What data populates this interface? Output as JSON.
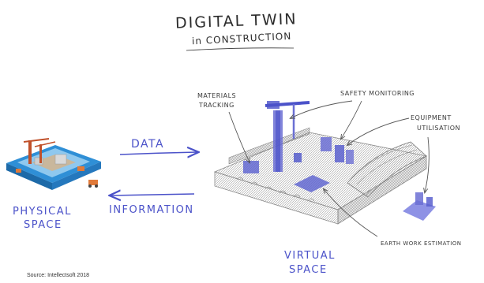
{
  "title": {
    "main": "DIGITAL TWIN",
    "sub": "in CONSTRUCTION"
  },
  "physical_space": {
    "label_line1": "PHYSICAL",
    "label_line2": "SPACE"
  },
  "virtual_space": {
    "label_line1": "VIRTUAL",
    "label_line2": "SPACE"
  },
  "flows": {
    "data": "DATA",
    "information": "INFORMATION"
  },
  "annotations": {
    "materials_tracking_line1": "MATERIALS",
    "materials_tracking_line2": "TRACKING",
    "safety_monitoring": "SAFETY MONITORING",
    "equipment_utilisation_line1": "EQUIPMENT",
    "equipment_utilisation_line2": "UTILISATION",
    "earthwork_estimation": "EARTH WORK ESTIMATION"
  },
  "source": "Source: Intellectsoft 2018",
  "colors": {
    "accent_blue": "#4b52c9",
    "sketch_gray": "#8a8a8a",
    "physical_blue": "#2f8fd6",
    "physical_orange": "#e07a3a"
  }
}
